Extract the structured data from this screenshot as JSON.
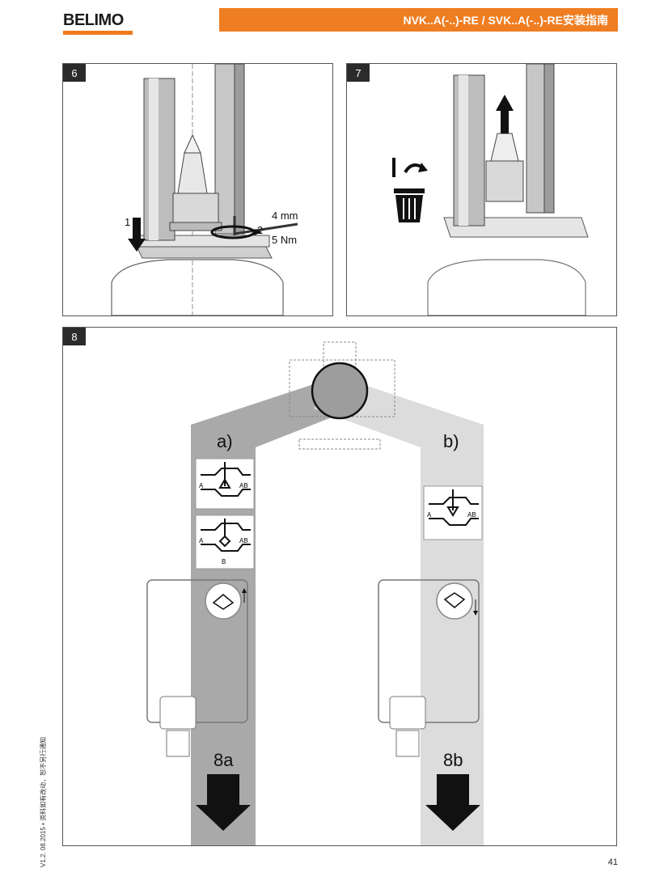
{
  "header": {
    "brand": "BELIMO",
    "title": "NVK..A(-..)-RE / SVK..A(-..)-RE安装指南"
  },
  "panels": [
    {
      "number": "6",
      "step1": "1",
      "step2": "2",
      "tool_size": "4 mm",
      "torque": "5 Nm"
    },
    {
      "number": "7"
    },
    {
      "number": "8",
      "option_a": "a)",
      "option_b": "b)",
      "result_a": "8a",
      "result_b": "8b",
      "port_a": "A",
      "port_ab": "AB",
      "port_b": "B"
    }
  ],
  "footer": {
    "side_note": "V1.2. 08.2015 • 资料如有改动，恕不另行通知",
    "page_number": "41"
  }
}
